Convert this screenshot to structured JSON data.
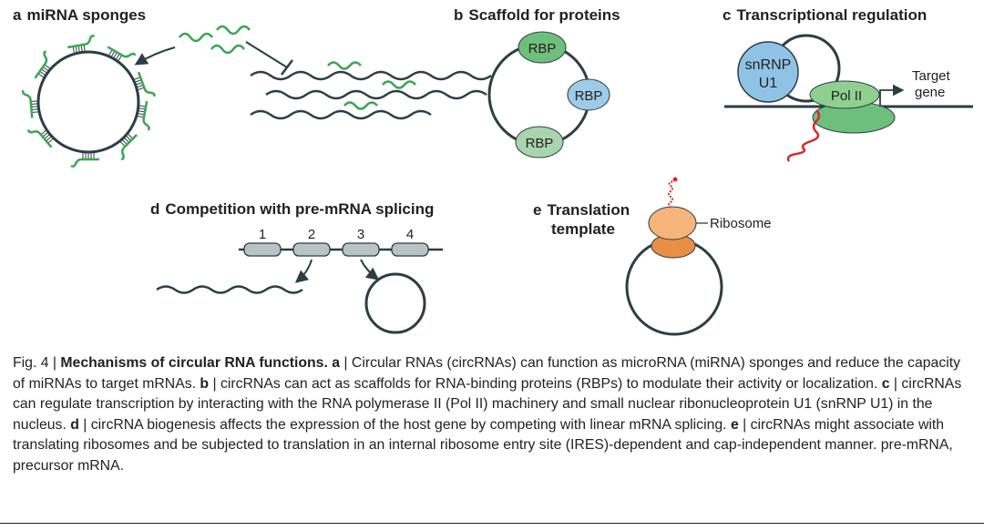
{
  "figure": {
    "panel_a": {
      "letter": "a",
      "title": "miRNA sponges"
    },
    "panel_b": {
      "letter": "b",
      "title": "Scaffold for proteins",
      "rbp_label": "RBP"
    },
    "panel_c": {
      "letter": "c",
      "title": "Transcriptional regulation",
      "snrnp_line1": "snRNP",
      "snrnp_line2": "U1",
      "pol_label": "Pol II",
      "target_line1": "Target",
      "target_line2": "gene"
    },
    "panel_d": {
      "letter": "d",
      "title": "Competition with pre-mRNA splicing",
      "exons": [
        "1",
        "2",
        "3",
        "4"
      ]
    },
    "panel_e": {
      "letter": "e",
      "title_line1": "Translation",
      "title_line2": "template",
      "ribosome_label": "Ribosome"
    }
  },
  "caption": {
    "fig_label": "Fig. 4 | ",
    "title": "Mechanisms of circular RNA functions. ",
    "a_letter": "a",
    "a_text": " | Circular RNAs (circRNAs) can function as microRNA (miRNA) sponges and reduce the capacity of miRNAs to target mRNAs. ",
    "b_letter": "b",
    "b_text": " | circRNAs can act as scaffolds for RNA-binding proteins (RBPs) to modulate their activity or localization. ",
    "c_letter": "c",
    "c_text": " | circRNAs can regulate transcription by interacting with the RNA polymerase II (Pol II) machinery and small nuclear ribonucleoprotein U1 (snRNP U1) in the nucleus. ",
    "d_letter": "d",
    "d_text": " | circRNA biogenesis affects the expression of the host gene by competing with linear mRNA splicing. ",
    "e_letter": "e",
    "e_text": " | circRNAs might associate with translating ribosomes and be subjected to translation in an internal ribosome entry site (IRES)-dependent and cap-independent manner. pre-mRNA, precursor mRNA."
  },
  "colors": {
    "line": "#2c3e45",
    "mirna_green": "#3aa652",
    "rbp_green": "#6fbf7c",
    "rbp_green_light": "#a8d5ae",
    "rbp_blue": "#9ecbe8",
    "snrnp_blue": "#8fc3e6",
    "pol_green": "#7cc47f",
    "nascent_red": "#d62a2a",
    "ribosome_orange": "#f0a460",
    "exon_gray": "#b9c2c5"
  }
}
